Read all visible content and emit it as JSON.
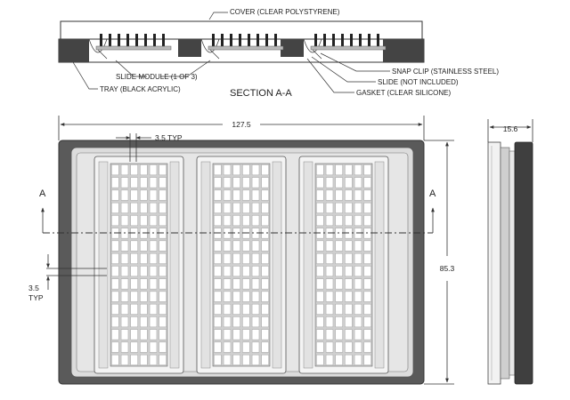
{
  "section_view": {
    "title": "SECTION A-A",
    "callouts": {
      "cover": "COVER (CLEAR POLYSTYRENE)",
      "slide_module": "SLIDE MODULE (1 OF 3)",
      "tray": "TRAY (BLACK ACRYLIC)",
      "snap_clip": "SNAP CLIP (STAINLESS STEEL)",
      "slide": "SLIDE (NOT INCLUDED)",
      "gasket": "GASKET (CLEAR SILICONE)"
    }
  },
  "plan_view": {
    "width_dim": "127.5",
    "height_dim": "85.3",
    "pitch_top": "3.5 TYP",
    "pitch_left_value": "3.5",
    "pitch_left_suffix": "TYP",
    "section_marker": "A",
    "module_count": 3,
    "well_columns": 6,
    "well_rows": 16
  },
  "side_view": {
    "depth_dim": "15.6"
  },
  "colors": {
    "tray_dark": "#4a4a4a",
    "tray_face": "#dcdcdc",
    "module_face": "#f4f4f4",
    "gasket": "#bdbdbd",
    "line": "#333333"
  }
}
